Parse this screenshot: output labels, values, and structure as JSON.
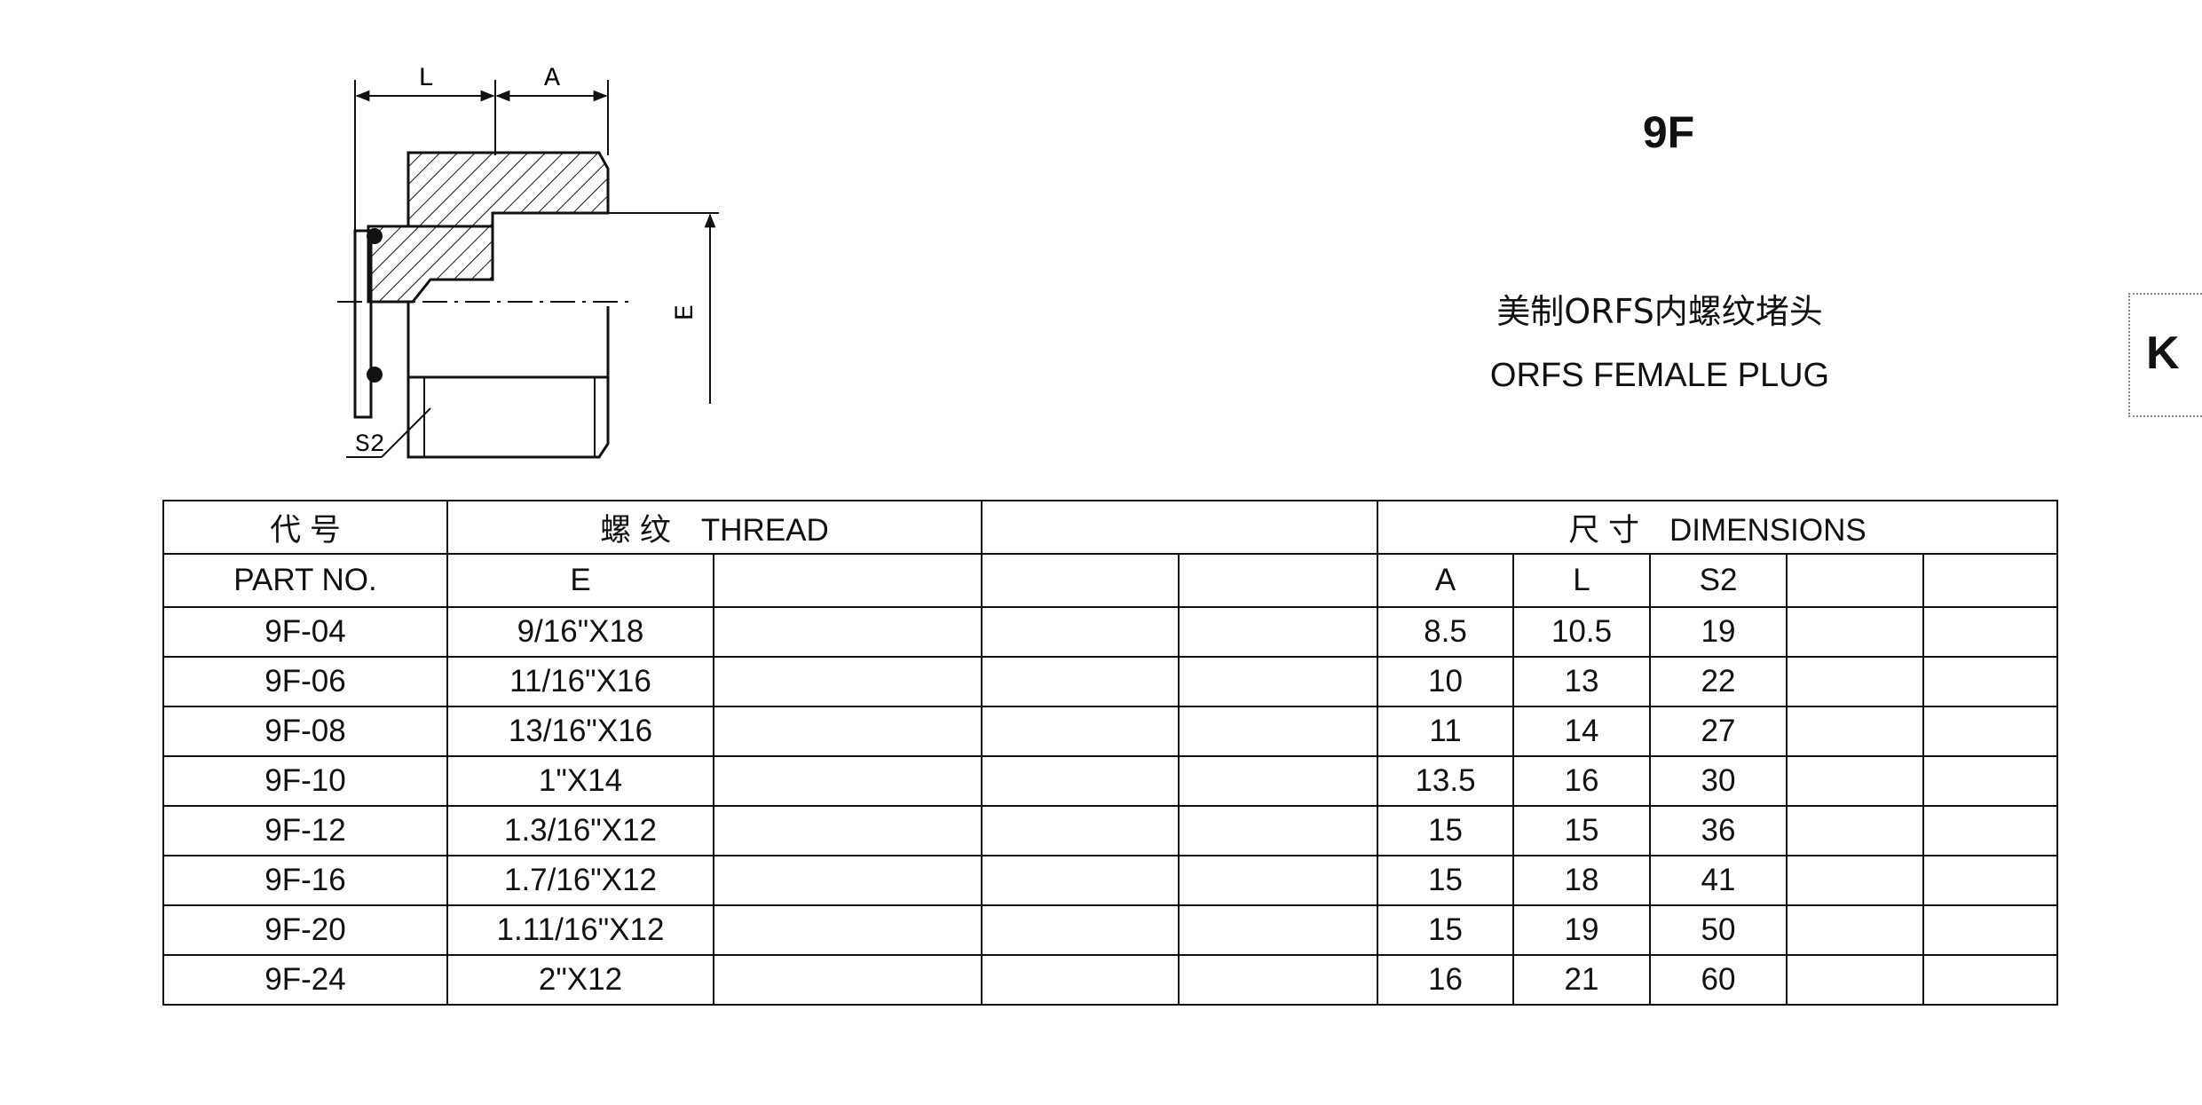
{
  "header": {
    "title": "9F",
    "subtitle_cn": "美制ORFS内螺纹堵头",
    "subtitle_en": "ORFS FEMALE PLUG",
    "section_letter": "K"
  },
  "drawing": {
    "label_L": "L",
    "label_A": "A",
    "label_E": "E",
    "label_S2": "S2"
  },
  "table": {
    "part_no_cn": "代 号",
    "part_no_en": "PART NO.",
    "thread_cn": "螺 纹",
    "thread_en": "THREAD",
    "dimensions_cn": "尺 寸",
    "dimensions_en": "DIMENSIONS",
    "col_E": "E",
    "col_A": "A",
    "col_L": "L",
    "col_S2": "S2",
    "rows": [
      {
        "part": "9F-04",
        "e": "9/16\"X18",
        "a": "8.5",
        "l": "10.5",
        "s2": "19"
      },
      {
        "part": "9F-06",
        "e": "11/16\"X16",
        "a": "10",
        "l": "13",
        "s2": "22"
      },
      {
        "part": "9F-08",
        "e": "13/16\"X16",
        "a": "11",
        "l": "14",
        "s2": "27"
      },
      {
        "part": "9F-10",
        "e": "1\"X14",
        "a": "13.5",
        "l": "16",
        "s2": "30"
      },
      {
        "part": "9F-12",
        "e": "1.3/16\"X12",
        "a": "15",
        "l": "15",
        "s2": "36"
      },
      {
        "part": "9F-16",
        "e": "1.7/16\"X12",
        "a": "15",
        "l": "18",
        "s2": "41"
      },
      {
        "part": "9F-20",
        "e": "1.11/16\"X12",
        "a": "15",
        "l": "19",
        "s2": "50"
      },
      {
        "part": "9F-24",
        "e": "2\"X12",
        "a": "16",
        "l": "21",
        "s2": "60"
      }
    ]
  }
}
